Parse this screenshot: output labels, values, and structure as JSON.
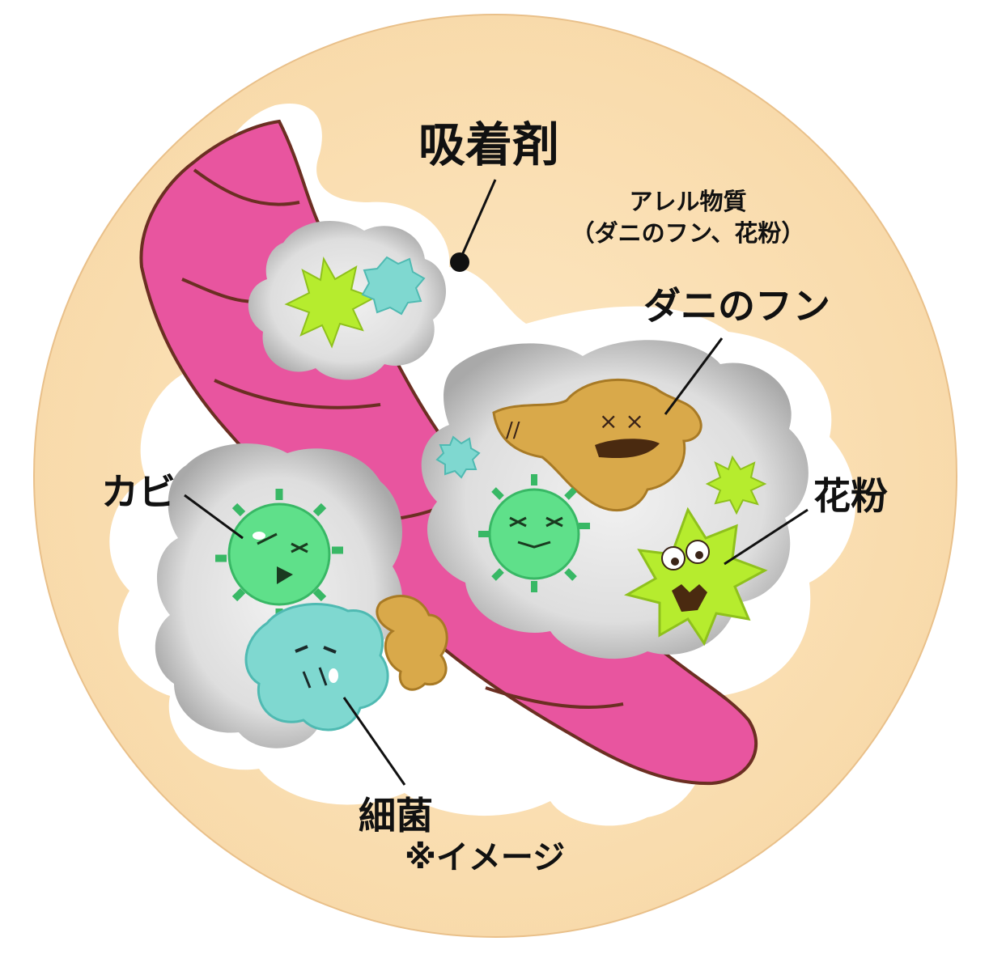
{
  "labels": {
    "adsorbent": "吸着剤",
    "allergen_title": "アレル物質",
    "allergen_detail": "（ダニのフン、花粉）",
    "mite_feces": "ダニのフン",
    "pollen": "花粉",
    "mold": "カビ",
    "bacteria": "細菌",
    "note": "※イメージ"
  },
  "colors": {
    "background_circle": "#fbe2b8",
    "fiber": "#e8559f",
    "fiber_outline": "#6b2f22",
    "pore": "#dcdcdc",
    "mold": "#5fe08a",
    "bacteria": "#7fd8d0",
    "pollen": "#b6ec2e",
    "mite_feces": "#d9a94a"
  }
}
